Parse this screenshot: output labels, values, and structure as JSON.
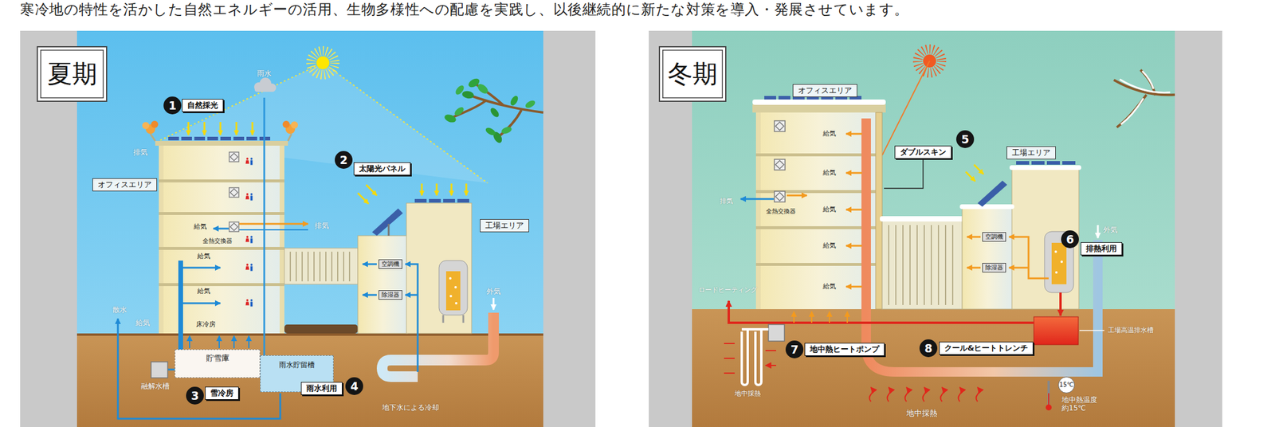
{
  "diagram": {
    "nodes": [
      {
        "text": [
          "夏期"
        ]
      },
      {
        "text": [
          "1"
        ]
      },
      {
        "text": [
          "自然採光"
        ]
      },
      {
        "text": [
          "オフィスエリア"
        ]
      },
      {
        "text": [
          "2"
        ]
      },
      {
        "text": [
          "太陽光パネル"
        ]
      },
      {
        "text": [
          "工場エリア"
        ]
      },
      {
        "text": [
          "空調機"
        ]
      },
      {
        "text": [
          "除湿器"
        ]
      },
      {
        "text": [
          "貯雪庫"
        ]
      },
      {
        "text": [
          "雨水貯留槽"
        ]
      },
      {
        "text": [
          "3"
        ]
      },
      {
        "text": [
          "雪冷房"
        ]
      },
      {
        "text": [
          "雨水利用"
        ]
      },
      {
        "text": [
          "4"
        ]
      },
      {
        "text": [
          "冬期"
        ]
      },
      {
        "text": [
          "オフィスエリア"
        ]
      },
      {
        "text": [
          "5"
        ]
      },
      {
        "text": [
          "ダブルスキン"
        ]
      },
      {
        "text": [
          "工場エリア"
        ]
      },
      {
        "text": [
          "空調機"
        ]
      },
      {
        "text": [
          "除湿器"
        ]
      },
      {
        "text": [
          "6"
        ]
      },
      {
        "text": [
          "排熱利用"
        ]
      },
      {
        "text": [
          "7"
        ]
      },
      {
        "text": [
          "地中熱ヒートポンプ"
        ]
      },
      {
        "text": [
          "8"
        ]
      },
      {
        "text": [
          "クール&ヒートトレンチ"
        ]
      },
      {
        "text": [
          "15℃"
        ]
      }
    ],
    "labels": [
      "寒冷地の特性を活かした自然エネルギーの活用、生物多様性への配慮を実践し、以後継続的に新たな対策を導入・発展させています。",
      "雨水",
      "排気",
      "給気",
      "全熱交換器",
      "排気",
      "給気",
      "給気",
      "散水",
      "給気",
      "床冷房",
      "融解水槽",
      "外気",
      "地下水による冷却",
      "排気",
      "全熱交換器",
      "給気",
      "給気",
      "給気",
      "給気",
      "給気",
      "ロードヒーティング",
      "工場高温排水槽",
      "地中採熱",
      "地中熱温度 約15℃",
      "地中採熱",
      "外気"
    ]
  }
}
